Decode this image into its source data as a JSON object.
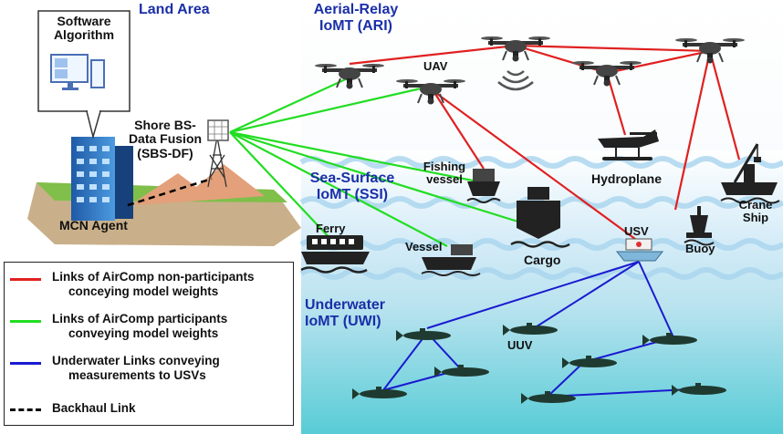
{
  "labels": {
    "land_area": "Land Area",
    "aerial_relay": [
      "Aerial-Relay",
      "IoMT (ARI)"
    ],
    "sea_surface": [
      "Sea-Surface",
      "IoMT (SSI)"
    ],
    "underwater": [
      "Underwater",
      "IoMT (UWI)"
    ],
    "software_algorithm": [
      "Software",
      "Algorithm"
    ],
    "shore_bs": [
      "Shore BS-",
      "Data Fusion",
      "(SBS-DF)"
    ],
    "mcn_agent": "MCN Agent",
    "uav": "UAV",
    "fishing_vessel": [
      "Fishing",
      "vessel"
    ],
    "hydroplane": "Hydroplane",
    "crane_ship": [
      "Crane",
      "Ship"
    ],
    "ferry": "Ferry",
    "vessel": "Vessel",
    "cargo": "Cargo",
    "usv": "USV",
    "buoy": "Buoy",
    "uuv": "UUV"
  },
  "legend": {
    "items": [
      {
        "color": "#e02020",
        "style": "solid",
        "lines": [
          "Links of AirComp non-participants",
          "conceying model weights"
        ]
      },
      {
        "color": "#22dd22",
        "style": "solid",
        "lines": [
          "Links of AirComp participants",
          "conveying model weights"
        ]
      },
      {
        "color": "#1a1ad0",
        "style": "solid",
        "lines": [
          "Underwater Links conveying",
          "measurements to USVs"
        ]
      },
      {
        "color": "#000000",
        "style": "dashed",
        "lines": [
          "Backhaul Link"
        ]
      }
    ]
  },
  "colors": {
    "title_blue": "#1a2fa8",
    "red_link": "#e02020",
    "green_link": "#22dd22",
    "blue_link": "#1a1ad0",
    "sea_top": "#cfe9f7",
    "sea_bottom": "#5fd0d8"
  }
}
